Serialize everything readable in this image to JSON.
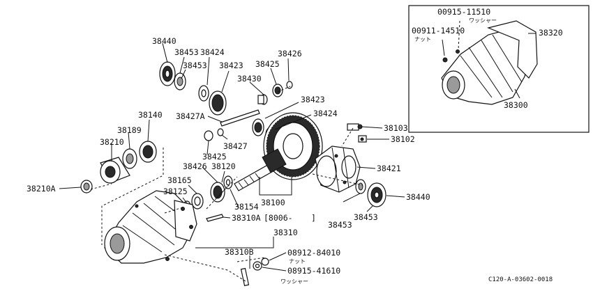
{
  "labels": {
    "p38440a": "38440",
    "p38453a": "38453",
    "p38424a": "38424",
    "p38426a": "38426",
    "p38453b": "38453",
    "p38423a": "38423",
    "p38425a": "38425",
    "p38430": "38430",
    "p38423b": "38423",
    "p38424b": "38424",
    "p38427A": "38427A",
    "p38140": "38140",
    "p38189": "38189",
    "p38210": "38210",
    "p38427": "38427",
    "p38425b": "38425",
    "p38426b": "38426",
    "p38120": "38120",
    "p38165": "38165",
    "p38125": "38125",
    "p38154": "38154",
    "p38100": "38100",
    "p38210A": "38210A",
    "p38103": "38103",
    "p38102": "38102",
    "p38421": "38421",
    "p38440b": "38440",
    "p38453c": "38453",
    "p38453d": "38453",
    "p38310A": "38310A",
    "p8006": "[8006-",
    "p8006close": "]",
    "p38310": "38310",
    "p38310B": "38310B",
    "p08912": "08912-84010",
    "p08912sub": "ナット",
    "p08915b": "08915-41610",
    "p08915bsub": "ワッシャー",
    "p00915": "00915-11510",
    "p00915sub": "ワッシャー",
    "p00911": "00911-14510",
    "p00911sub": "ナット",
    "p38320": "38320",
    "p38300": "38300"
  },
  "code": "C120-A-03602-0018"
}
